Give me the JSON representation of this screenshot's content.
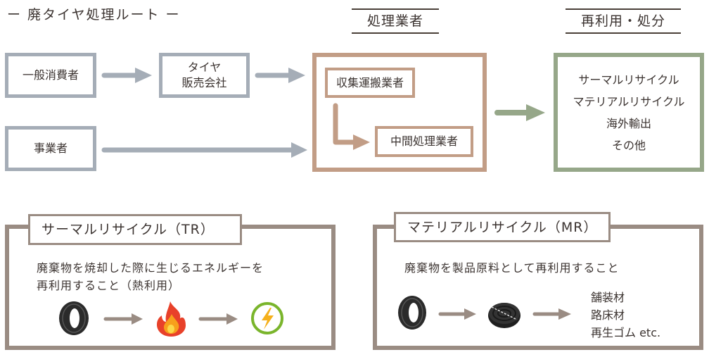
{
  "title": "ー 廃タイヤ処理ルート ー",
  "headers": {
    "processor": "処理業者",
    "reuse": "再利用・処分"
  },
  "sources": {
    "consumer": "一般消費者",
    "tire_shop_line1": "タイヤ",
    "tire_shop_line2": "販売会社",
    "business": "事業者"
  },
  "processors": {
    "collector": "収集運搬業者",
    "intermediate": "中間処理業者"
  },
  "destinations": [
    "サーマルリサイクル",
    "マテリアルリサイクル",
    "海外輸出",
    "その他"
  ],
  "thermal": {
    "title": "サーマルリサイクル（TR）",
    "desc_line1": "廃棄物を焼却した際に生じるエネルギーを",
    "desc_line2": "再利用すること（熱利用）",
    "icons": [
      "tire-icon",
      "fire-icon",
      "energy-icon"
    ]
  },
  "material": {
    "title": "マテリアルリサイクル（MR）",
    "desc": "廃棄物を製品原料として再利用すること",
    "icons": [
      "tire-icon",
      "rubber-chip-icon"
    ],
    "outputs": [
      "舗装材",
      "路床材",
      "再生ゴム  etc."
    ]
  },
  "colors": {
    "source_border": "#a5adb7",
    "processor_border": "#c29d86",
    "destination_border": "#96a789",
    "panel_border": "#9a8c83"
  }
}
